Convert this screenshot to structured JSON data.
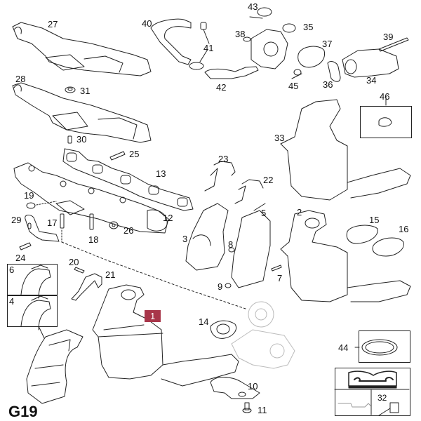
{
  "diagram": {
    "page_code": "G19",
    "title": "Exhaust manifold, catalytic converter and EGR components",
    "highlighted_part": "1",
    "highlight_color": "#a8364a",
    "callouts": [
      {
        "id": "1",
        "part": "catalytic-converter-front"
      },
      {
        "id": "2",
        "part": "catalytic-converter-rear"
      },
      {
        "id": "3",
        "part": "heat-shield-converter"
      },
      {
        "id": "4",
        "part": "heat-shield-detail"
      },
      {
        "id": "5",
        "part": "heat-shield-rear"
      },
      {
        "id": "6",
        "part": "heat-shield-detail"
      },
      {
        "id": "7",
        "part": "stud"
      },
      {
        "id": "8",
        "part": "nut"
      },
      {
        "id": "9",
        "part": "nut"
      },
      {
        "id": "10",
        "part": "bracket-clamp"
      },
      {
        "id": "11",
        "part": "bolt"
      },
      {
        "id": "12",
        "part": "exhaust-manifold"
      },
      {
        "id": "13",
        "part": "manifold-gasket"
      },
      {
        "id": "14",
        "part": "gasket"
      },
      {
        "id": "15",
        "part": "gasket"
      },
      {
        "id": "16",
        "part": "gasket"
      },
      {
        "id": "17",
        "part": "stud"
      },
      {
        "id": "18",
        "part": "stud"
      },
      {
        "id": "19",
        "part": "nut"
      },
      {
        "id": "20",
        "part": "bolt"
      },
      {
        "id": "21",
        "part": "bracket"
      },
      {
        "id": "22",
        "part": "pipe-bracket"
      },
      {
        "id": "23",
        "part": "pipe-bracket"
      },
      {
        "id": "24",
        "part": "bolt"
      },
      {
        "id": "25",
        "part": "stud"
      },
      {
        "id": "26",
        "part": "nut"
      },
      {
        "id": "27",
        "part": "heat-shield-upper"
      },
      {
        "id": "28",
        "part": "heat-shield-upper"
      },
      {
        "id": "29",
        "part": "bracket"
      },
      {
        "id": "30",
        "part": "stud"
      },
      {
        "id": "31",
        "part": "nut"
      },
      {
        "id": "32",
        "part": "sealant"
      },
      {
        "id": "33",
        "part": "catalytic-converter"
      },
      {
        "id": "34",
        "part": "egr-valve"
      },
      {
        "id": "35",
        "part": "seal-ring"
      },
      {
        "id": "36",
        "part": "gasket"
      },
      {
        "id": "37",
        "part": "gasket"
      },
      {
        "id": "38",
        "part": "seal"
      },
      {
        "id": "39",
        "part": "bolt"
      },
      {
        "id": "40",
        "part": "hose"
      },
      {
        "id": "41",
        "part": "hose-clamp"
      },
      {
        "id": "42",
        "part": "pipe"
      },
      {
        "id": "43",
        "part": "clamp"
      },
      {
        "id": "44",
        "part": "seal-ring"
      },
      {
        "id": "45",
        "part": "clip"
      },
      {
        "id": "46",
        "part": "clip"
      }
    ],
    "legend": {
      "manual_icon": "repair-manual-wrench-icon",
      "oil_can_icon": "oil-can-icon",
      "sealant_label": "32",
      "sealant_icon": "sealant-tube-icon"
    }
  }
}
